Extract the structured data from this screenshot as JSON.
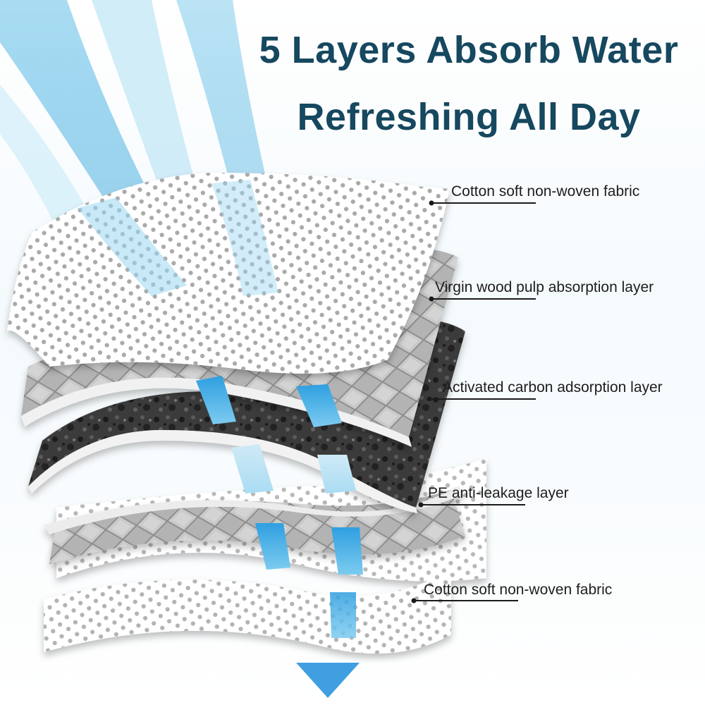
{
  "title": {
    "line1": "5 Layers Absorb Water",
    "line2": "Refreshing All Day"
  },
  "layers": [
    {
      "label": "Cotton soft non-woven fabric"
    },
    {
      "label": "Virgin wood pulp absorption layer"
    },
    {
      "label": "Activated carbon adsorption layer"
    },
    {
      "label": "PE anti-leakage layer"
    },
    {
      "label": "Cotton soft non-woven fabric"
    }
  ],
  "colors": {
    "title": "#16485f",
    "water": "#3fa9dd",
    "water_light": "#bfe3f3",
    "fabric": "#ffffff",
    "perforation": "#9a9a9a",
    "pulp": "#a8a8a8",
    "carbon": "#2e2e2e",
    "leader_line": "#1a1a1a"
  },
  "icons": {
    "arrow": "down-arrow-icon"
  }
}
